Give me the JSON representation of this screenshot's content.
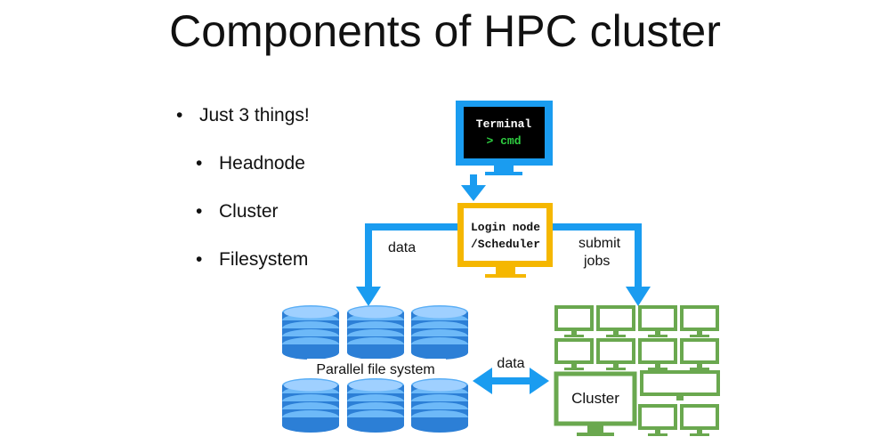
{
  "title": "Components of HPC cluster",
  "bullets": [
    "Just 3 things!",
    "Headnode",
    "Cluster",
    "Filesystem"
  ],
  "terminal": {
    "title": "Terminal",
    "prompt": "> cmd"
  },
  "login_node": {
    "line1": "Login node",
    "line2": "/Scheduler"
  },
  "edges": {
    "left": "data",
    "right_line1": "submit",
    "right_line2": "jobs",
    "bottom": "data"
  },
  "storage": {
    "label": "Parallel file system"
  },
  "cluster": {
    "label": "Cluster"
  },
  "colors": {
    "blue": "#1a9cf0",
    "yellow": "#f5b700",
    "green": "#6aa84f",
    "disk": "#2c7fd6",
    "disk_light": "#9fd0ff"
  }
}
